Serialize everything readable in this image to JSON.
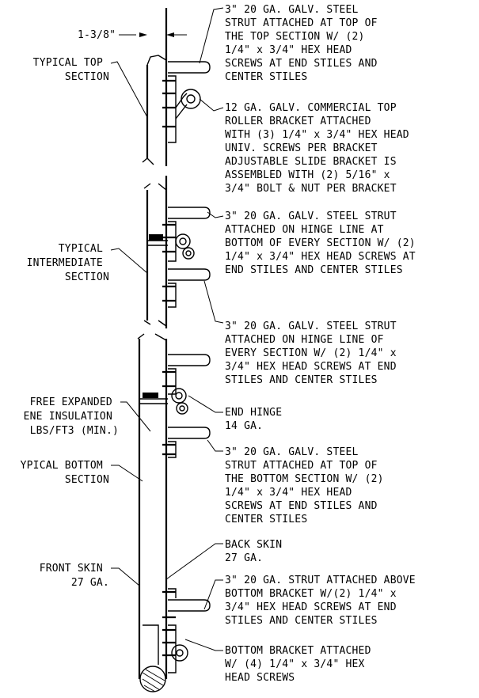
{
  "diagram": {
    "dimension_label": "1-3/8\"",
    "left_labels": {
      "top_section": [
        "TYPICAL TOP",
        "SECTION"
      ],
      "intermediate_section": [
        "TYPICAL",
        "INTERMEDIATE",
        "SECTION"
      ],
      "insulation": [
        "FREE EXPANDED",
        "ENE INSULATION",
        "LBS/FT3 (MIN.)"
      ],
      "bottom_section": [
        "YPICAL BOTTOM",
        "SECTION"
      ],
      "front_skin": [
        "FRONT SKIN",
        "27 GA."
      ]
    },
    "right_notes": {
      "top_strut": [
        "3\" 20 GA. GALV. STEEL",
        "STRUT ATTACHED AT TOP OF",
        "THE TOP SECTION W/ (2)",
        "1/4\" x 3/4\" HEX HEAD",
        "SCREWS AT END STILES AND",
        "CENTER STILES"
      ],
      "top_roller_bracket": [
        "12 GA. GALV. COMMERCIAL TOP",
        "ROLLER BRACKET ATTACHED",
        "WITH (3) 1/4\" x 3/4\" HEX HEAD",
        "UNIV. SCREWS PER BRACKET",
        "ADJUSTABLE SLIDE BRACKET IS",
        "ASSEMBLED WITH (2) 5/16\" x",
        "3/4\" BOLT & NUT PER BRACKET"
      ],
      "hinge_bottom_strut": [
        "3\" 20 GA. GALV. STEEL STRUT",
        "ATTACHED ON HINGE LINE AT",
        "BOTTOM OF EVERY SECTION W/ (2)",
        "1/4\" x 3/4\" HEX HEAD SCREWS AT",
        "END STILES AND CENTER STILES"
      ],
      "hinge_line_strut": [
        "3\" 20 GA. GALV. STEEL STRUT",
        "ATTACHED ON HINGE LINE OF",
        "EVERY SECTION W/ (2) 1/4\" x",
        "3/4\" HEX HEAD SCREWS AT END",
        "STILES AND CENTER STILES"
      ],
      "end_hinge": [
        "END HINGE",
        "14 GA."
      ],
      "bottom_section_strut": [
        "3\" 20 GA. GALV. STEEL",
        "STRUT ATTACHED AT TOP OF",
        "THE BOTTOM SECTION W/ (2)",
        "1/4\" x 3/4\" HEX HEAD",
        "SCREWS AT END STILES AND",
        "CENTER STILES"
      ],
      "back_skin": [
        "BACK SKIN",
        "27 GA."
      ],
      "above_bottom_strut": [
        "3\" 20 GA. STRUT ATTACHED ABOVE",
        "BOTTOM BRACKET W/(2) 1/4\" x",
        "3/4\" HEX HEAD SCREWS AT END",
        "STILES AND CENTER STILES"
      ],
      "bottom_bracket": [
        "BOTTOM BRACKET ATTACHED",
        "W/ (4) 1/4\" x 3/4\" HEX",
        "HEAD SCREWS"
      ]
    }
  }
}
